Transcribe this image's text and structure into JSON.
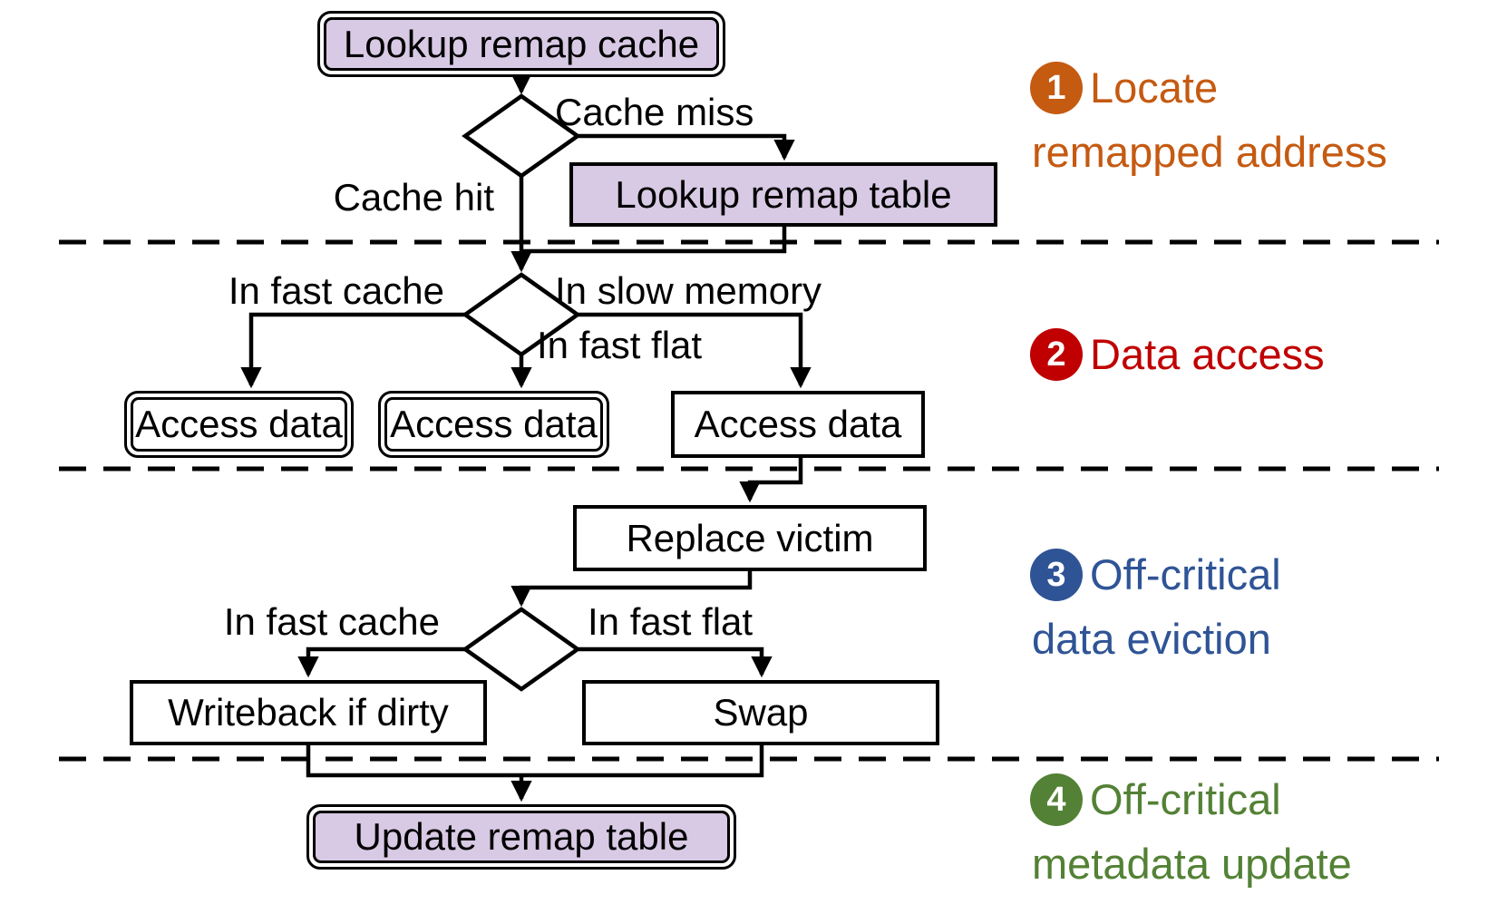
{
  "nodes": {
    "lookup_remap_cache": "Lookup remap cache",
    "lookup_remap_table": "Lookup remap table",
    "access_data_fast_cache": "Access data",
    "access_data_fast_flat": "Access data",
    "access_data_slow_memory": "Access data",
    "replace_victim": "Replace victim",
    "writeback_if_dirty": "Writeback if dirty",
    "swap": "Swap",
    "update_remap_table": "Update remap table"
  },
  "edge_labels": {
    "cache_miss": "Cache miss",
    "cache_hit": "Cache hit",
    "in_fast_cache_access": "In fast cache",
    "in_slow_memory": "In slow memory",
    "in_fast_flat_access": "In fast flat",
    "in_fast_cache_evict": "In fast cache",
    "in_fast_flat_evict": "In fast flat"
  },
  "stages": [
    {
      "number": "1",
      "title_line1": "Locate",
      "title_line2": "remapped address",
      "color": "#C55A11"
    },
    {
      "number": "2",
      "title_line1": "Data access",
      "title_line2": "",
      "color": "#C00000"
    },
    {
      "number": "3",
      "title_line1": "Off-critical",
      "title_line2": "data eviction",
      "color": "#2F5496"
    },
    {
      "number": "4",
      "title_line1": "Off-critical",
      "title_line2": "metadata update",
      "color": "#538135"
    }
  ],
  "colors": {
    "process_fill_purple": "#D8C9E4",
    "node_border": "#000000",
    "connector": "#000000",
    "background": "#FFFFFF"
  }
}
